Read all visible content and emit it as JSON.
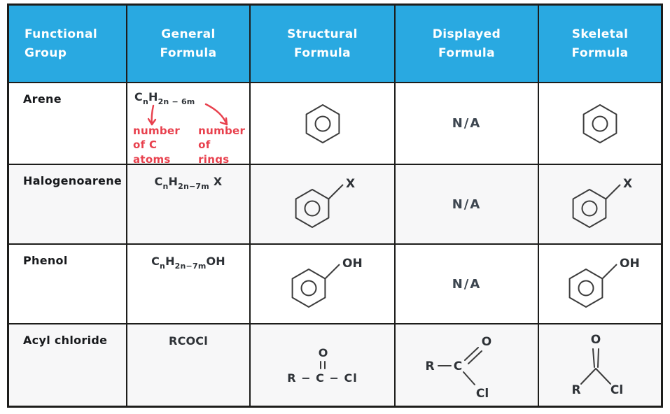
{
  "colors": {
    "header_bg": "#29a9e1",
    "header_text": "#ffffff",
    "border": "#1d1d1b",
    "annotation_red": "#e8404d",
    "structure_stroke": "#3c3c3c",
    "body_text": "#2e3237",
    "na_text": "#3d4650",
    "watermark": "#ebf4fb"
  },
  "header": {
    "columns": [
      "Functional\nGroup",
      "General\nFormula",
      "Structural\nFormula",
      "Displayed\nFormula",
      "Skeletal\nFormula"
    ]
  },
  "rows": [
    {
      "group": "Arene",
      "formula": {
        "b1": "C",
        "s1": "n",
        "b2": "H",
        "s2": "2n − 6m"
      },
      "annotation": {
        "left": "number\nof C\natoms",
        "right": "number\nof\nrings"
      },
      "displayed": "N/A"
    },
    {
      "group": "Halogenoarene",
      "formula": {
        "b1": "C",
        "s1": "n",
        "b2": "H",
        "s2": "2n−7m",
        "b3": "X"
      },
      "substituent": "X",
      "displayed": "N/A"
    },
    {
      "group": "Phenol",
      "formula": {
        "b1": "C",
        "s1": "n",
        "b2": "H",
        "s2": "2n−7m",
        "b3": "OH"
      },
      "substituent": "OH",
      "displayed": "N/A"
    },
    {
      "group": "Acyl chloride",
      "formula": {
        "b1": "RCOCl"
      },
      "structural": {
        "top": "O",
        "chain": "R − C − Cl"
      },
      "displayed": {
        "r": "R",
        "c": "C",
        "o": "O",
        "cl": "Cl"
      },
      "skeletal": {
        "o": "O",
        "r": "R",
        "cl": "Cl"
      }
    }
  ]
}
